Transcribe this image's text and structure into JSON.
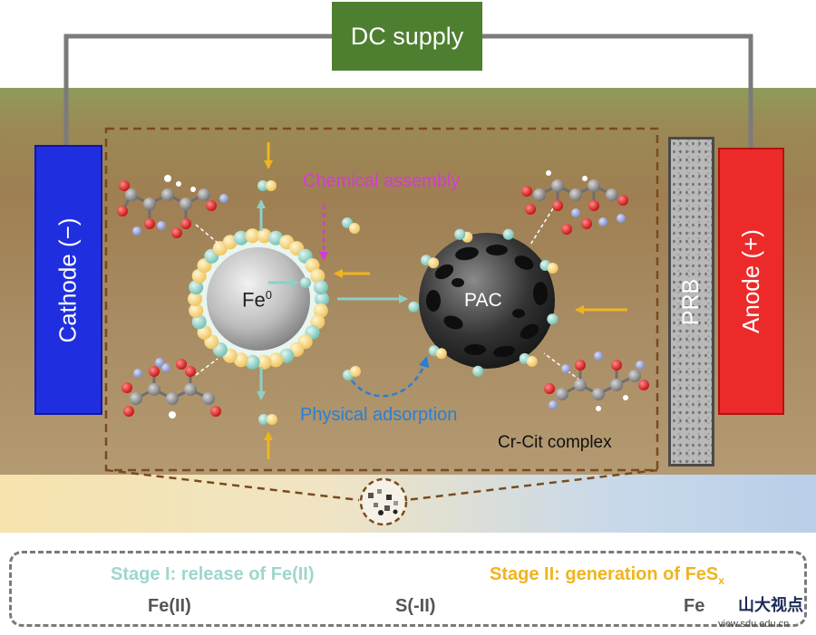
{
  "power": {
    "label": "DC supply"
  },
  "cathode": {
    "label": "Cathode (−)"
  },
  "anode": {
    "label": "Anode (+)"
  },
  "prb": {
    "label": "PRB"
  },
  "annotations": {
    "fe0": "Fe",
    "fe0_sup": "0",
    "pac": "PAC",
    "chemical_assembly": "Chemical assembly",
    "physical_adsorption": "Physical adsorption",
    "complex": "Cr-Cit complex"
  },
  "legend": {
    "stage1": "Stage I: release of Fe(II)",
    "stage2": "Stage II: generation of FeS",
    "stage2_sub": "x",
    "fe2": "Fe(II)",
    "s2": "S(-II)",
    "fes_partial": "Fe"
  },
  "watermark": {
    "brand": "山大视点",
    "url": "view.sdu.edu.cn"
  },
  "colors": {
    "stage1_arrow": "#8fcfc6",
    "stage2_arrow": "#f0b41e",
    "chemical_assembly": "#d63ad6",
    "physical_adsorption": "#2a7fd4",
    "dc_supply": "#4e7f30",
    "cathode": "#1f2fe0",
    "anode": "#ec2a2a"
  }
}
